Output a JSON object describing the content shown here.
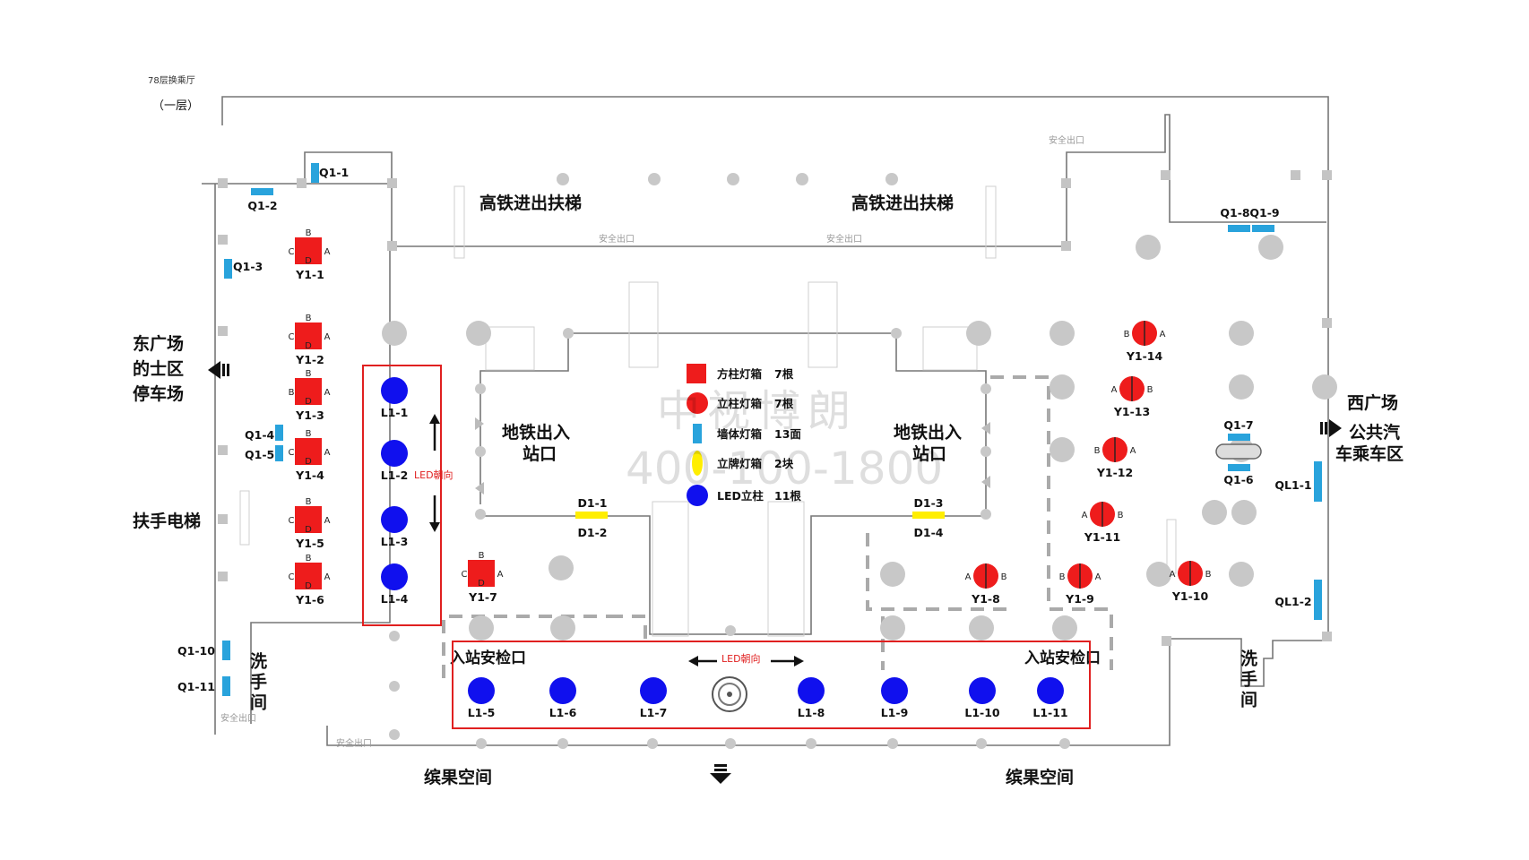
{
  "header": {
    "floor_name": "78层换乘厅",
    "floor_level": "（一层）"
  },
  "zones": {
    "hsr_left": "高铁进出扶梯",
    "hsr_right": "高铁进出扶梯",
    "east_1": "东广场",
    "east_2": "的士区",
    "east_3": "停车场",
    "west_1": "西广场",
    "west_2": "公共汽",
    "west_3": "车乘车区",
    "handrail": "扶手电梯",
    "wc_left": "洗手间",
    "wc_right": "洗手间",
    "metro_left_1": "地铁出入",
    "metro_left_2": "站口",
    "metro_right_1": "地铁出入",
    "metro_right_2": "站口",
    "security_left": "入站安检口",
    "security_right": "入站安检口",
    "binguo_left": "缤果空间",
    "binguo_right": "缤果空间",
    "led_direction": "LED朝向",
    "safe_exit": "安全出口"
  },
  "legend": {
    "items": [
      {
        "name": "方柱灯箱",
        "count": "7根",
        "color": "#ee1c1c"
      },
      {
        "name": "立柱灯箱",
        "count": "7根",
        "color": "#ee1c1c"
      },
      {
        "name": "墙体灯箱",
        "count": "13面",
        "color": "#29a3dc"
      },
      {
        "name": "立牌灯箱",
        "count": "2块",
        "color": "#ffee00"
      },
      {
        "name": "LED立柱",
        "count": "11根",
        "color": "#1010ee"
      }
    ]
  },
  "watermark": {
    "company": "中视博朗",
    "phone": "400-100-1800"
  },
  "colors": {
    "red": "#ee1c1c",
    "blue_wall": "#29a3dc",
    "yellow": "#ffee00",
    "led_blue": "#1010ee",
    "frame_red": "#e02020",
    "column_gray": "#c8c8c8"
  },
  "markers": {
    "square_columns": [
      {
        "id": "Y1-1",
        "top": "B",
        "left": "C",
        "right": "A",
        "bottom": "D"
      },
      {
        "id": "Y1-2",
        "top": "B",
        "left": "C",
        "right": "A",
        "bottom": "D"
      },
      {
        "id": "Y1-3",
        "top": "B",
        "left": "B",
        "right": "A",
        "bottom": "D"
      },
      {
        "id": "Y1-4",
        "top": "B",
        "left": "C",
        "right": "A",
        "bottom": "D"
      },
      {
        "id": "Y1-5",
        "top": "B",
        "left": "C",
        "right": "A",
        "bottom": "D"
      },
      {
        "id": "Y1-6",
        "top": "B",
        "left": "C",
        "right": "A",
        "bottom": "D"
      },
      {
        "id": "Y1-7",
        "top": "B",
        "left": "C",
        "right": "A",
        "bottom": "D"
      }
    ],
    "round_columns": [
      {
        "id": "Y1-8",
        "left": "A",
        "right": "B"
      },
      {
        "id": "Y1-9",
        "left": "B",
        "right": "A"
      },
      {
        "id": "Y1-10",
        "left": "A",
        "right": "B"
      },
      {
        "id": "Y1-11",
        "left": "A",
        "right": "B"
      },
      {
        "id": "Y1-12",
        "left": "B",
        "right": "A"
      },
      {
        "id": "Y1-13",
        "left": "A",
        "right": "B"
      },
      {
        "id": "Y1-14",
        "left": "B",
        "right": "A"
      }
    ],
    "led": [
      "L1-1",
      "L1-2",
      "L1-3",
      "L1-4",
      "L1-5",
      "L1-6",
      "L1-7",
      "L1-8",
      "L1-9",
      "L1-10",
      "L1-11"
    ],
    "wall": [
      "Q1-1",
      "Q1-2",
      "Q1-3",
      "Q1-4",
      "Q1-5",
      "Q1-6",
      "Q1-7",
      "Q1-8",
      "Q1-9",
      "Q1-10",
      "Q1-11",
      "QL1-1",
      "QL1-2"
    ],
    "signs": [
      "D1-1",
      "D1-2",
      "D1-3",
      "D1-4"
    ]
  }
}
